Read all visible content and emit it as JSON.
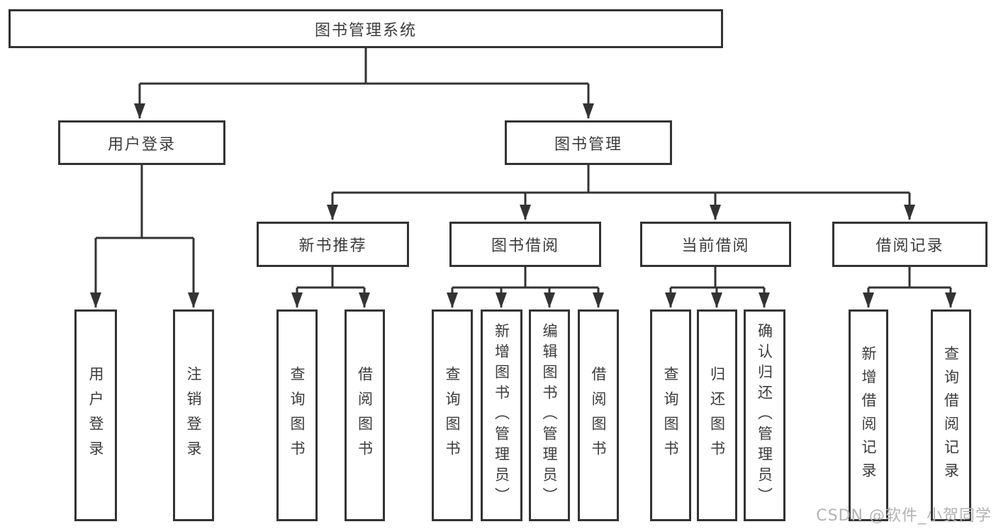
{
  "tree": {
    "root": {
      "label": "图书管理系统"
    },
    "branches": [
      {
        "label": "用户登录",
        "children": [
          {
            "label": "用户登录"
          },
          {
            "label": "注销登录"
          }
        ]
      },
      {
        "label": "图书管理",
        "children": [
          {
            "label": "新书推荐",
            "children": [
              {
                "label": "查询图书"
              },
              {
                "label": "借阅图书"
              }
            ]
          },
          {
            "label": "图书借阅",
            "children": [
              {
                "label": "查询图书"
              },
              {
                "label": "新增图书（管理员）"
              },
              {
                "label": "编辑图书（管理员）"
              },
              {
                "label": "借阅图书"
              }
            ]
          },
          {
            "label": "当前借阅",
            "children": [
              {
                "label": "查询图书"
              },
              {
                "label": "归还图书"
              },
              {
                "label": "确认归还（管理员）"
              }
            ]
          },
          {
            "label": "借阅记录",
            "children": [
              {
                "label": "新增借阅记录"
              },
              {
                "label": "查询借阅记录"
              }
            ]
          }
        ]
      }
    ]
  },
  "watermark": "CSDN @软件_小贺同学",
  "colors": {
    "line": "#333333",
    "text": "#3c3c3c",
    "watermark": "#b3b3b3",
    "background": "#ffffff"
  }
}
